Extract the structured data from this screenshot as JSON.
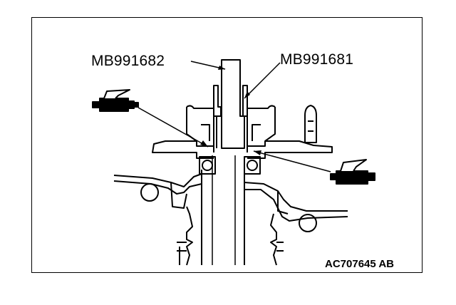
{
  "labels": {
    "tool_left": "MB991682",
    "tool_right": "MB991681",
    "figure_code": "AC707645 AB"
  },
  "icons": [
    "grease-gun-icon",
    "grease-gun-icon"
  ],
  "colors": {
    "line": "#000000",
    "background": "#ffffff"
  }
}
